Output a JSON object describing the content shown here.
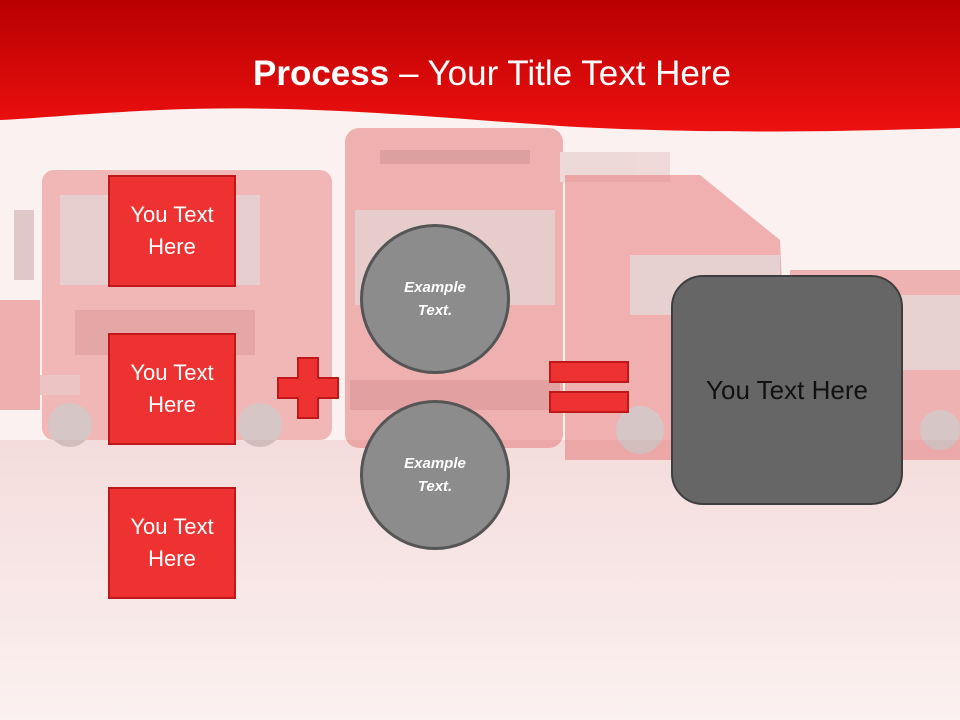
{
  "title": {
    "bold": "Process",
    "dash": " – ",
    "rest": "Your Title Text Here"
  },
  "left_boxes": [
    {
      "label": "You Text Here"
    },
    {
      "label": "You Text Here"
    },
    {
      "label": "You Text Here"
    }
  ],
  "circles": [
    {
      "label": "Example Text."
    },
    {
      "label": "Example Text."
    }
  ],
  "result_box": {
    "label": "You Text Here"
  },
  "operators": [
    "plus",
    "equals"
  ],
  "colors": {
    "accent_red": "#ee3232",
    "header_red": "#e80808",
    "circle_gray": "#8c8c8c",
    "result_gray": "#666666",
    "background": "#fbf1f0"
  },
  "background_image": "red trucks"
}
